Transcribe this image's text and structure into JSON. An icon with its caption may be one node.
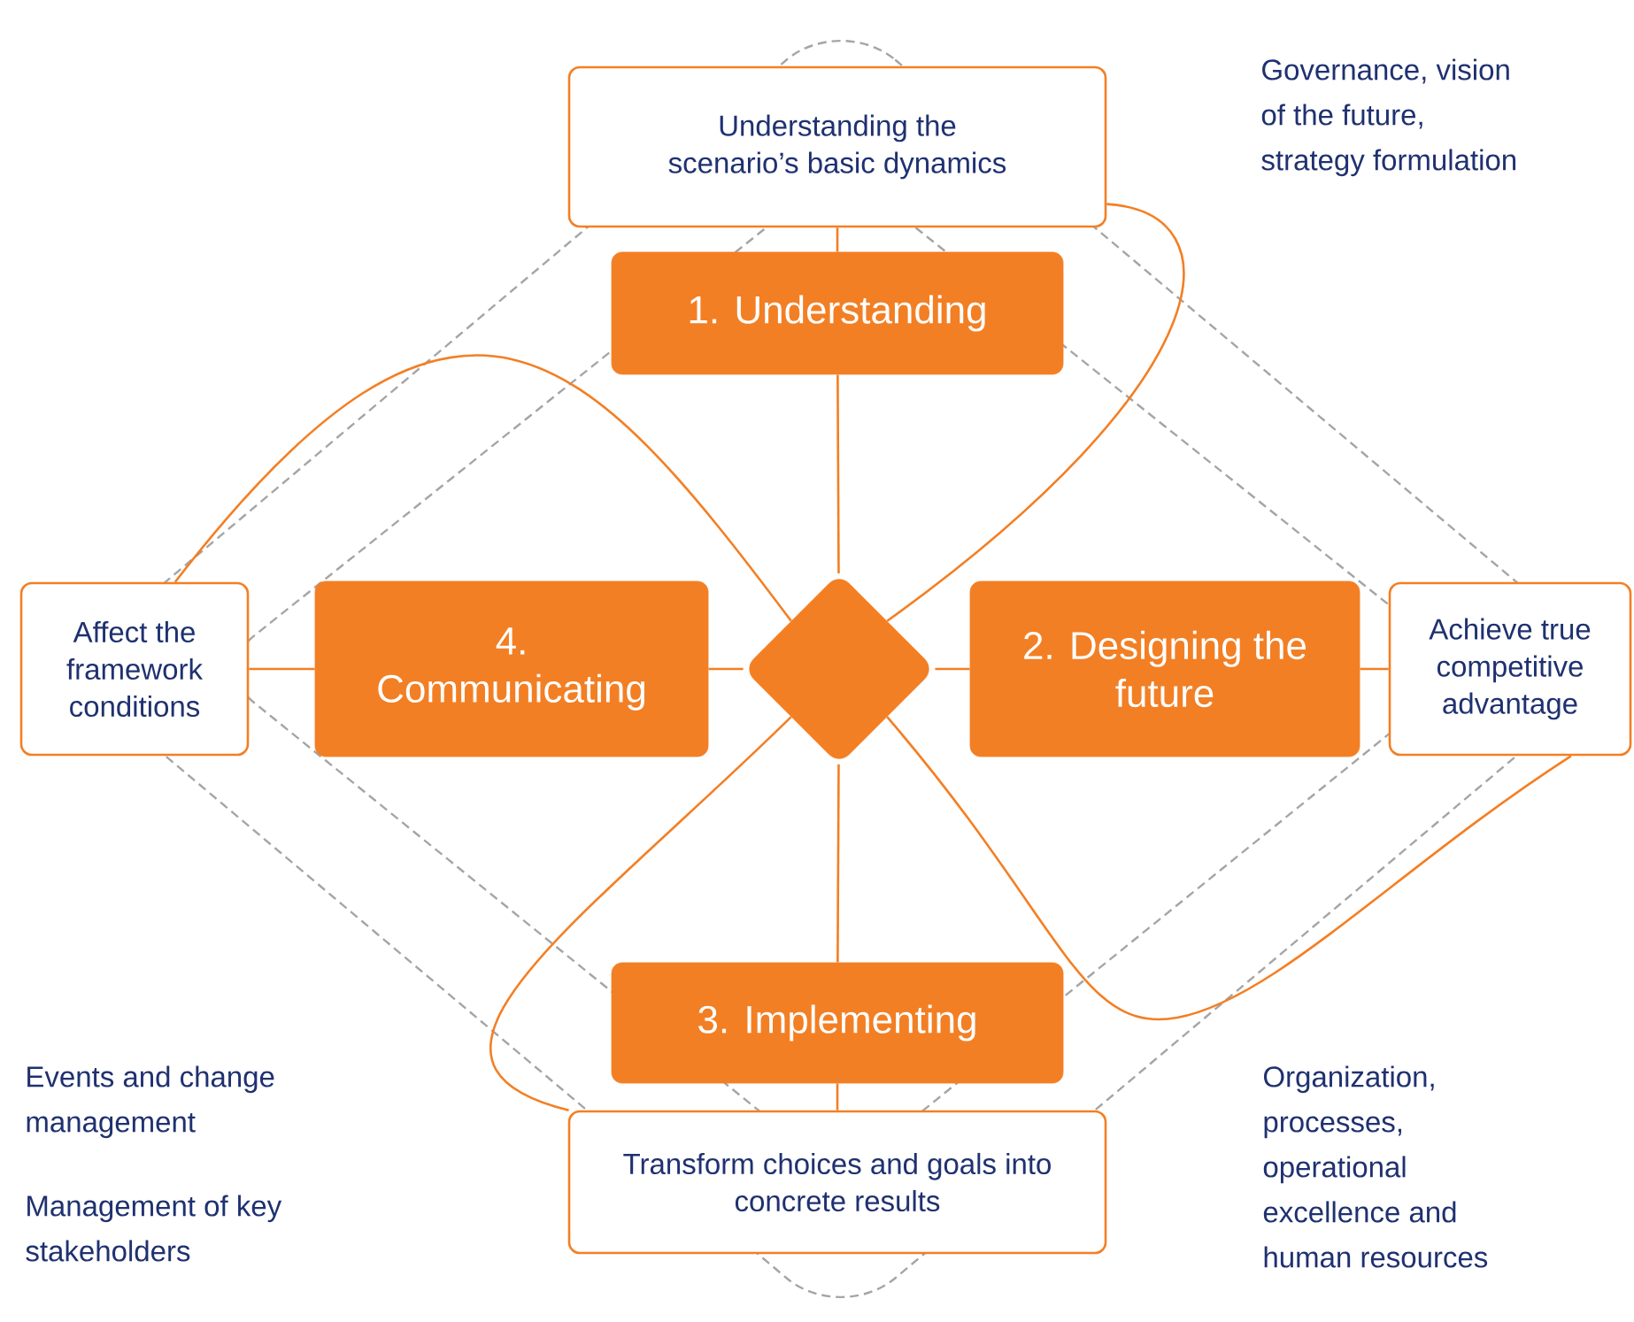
{
  "diagram": {
    "nodes": [
      {
        "text": [
          "Understanding the scenario’s basic dynamics"
        ]
      },
      {
        "text": [
          "1. Understanding"
        ]
      },
      {
        "text": [
          "Affect the framework conditions"
        ]
      },
      {
        "text": [
          "4. Communicating"
        ]
      },
      {
        "text": [],
        "shape": "diamond"
      },
      {
        "text": [
          "2. Designing the future"
        ]
      },
      {
        "text": [
          "Achieve true competitive advantage"
        ]
      },
      {
        "text": [
          "3. Implementing"
        ]
      },
      {
        "text": [
          "Transform choices and goals into concrete results"
        ]
      }
    ],
    "edges": [
      {
        "from": 1,
        "to": 0,
        "arrow": "none"
      },
      {
        "from": 4,
        "to": 1,
        "arrow": "none"
      },
      {
        "from": 3,
        "to": 4,
        "arrow": "none"
      },
      {
        "from": 4,
        "to": 5,
        "arrow": "none"
      },
      {
        "from": 2,
        "to": 3,
        "arrow": "none"
      },
      {
        "from": 5,
        "to": 6,
        "arrow": "none"
      },
      {
        "from": 4,
        "to": 7,
        "arrow": "none"
      },
      {
        "from": 7,
        "to": 8,
        "arrow": "none"
      },
      {
        "from": 4,
        "to": 0,
        "arrow": "none"
      },
      {
        "from": 4,
        "to": 2,
        "arrow": "none"
      },
      {
        "from": 4,
        "to": 8,
        "arrow": "none"
      },
      {
        "from": 4,
        "to": 6,
        "arrow": "none"
      }
    ],
    "labels": [
      "Governance, vision of the future, strategy formulation",
      "Events and change management",
      "Management of key stakeholders",
      "Organization, processes, operational excellence and human resources"
    ]
  }
}
